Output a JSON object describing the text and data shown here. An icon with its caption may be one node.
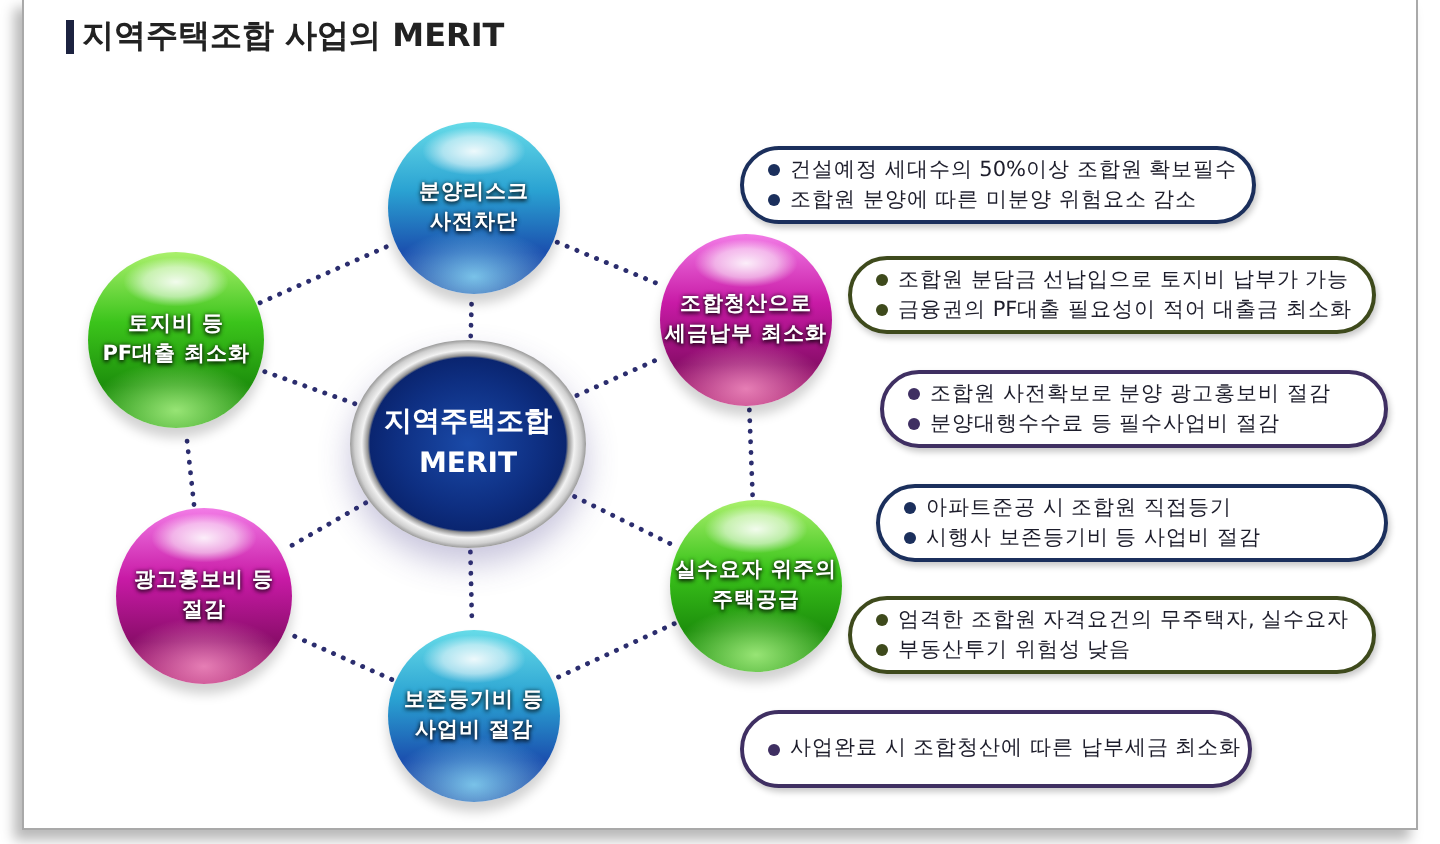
{
  "diagram": {
    "title": "지역주택조합 사업의 MERIT",
    "nodes": [
      {
        "text": [
          "분양리스크 사전차단"
        ]
      },
      {
        "text": [
          "토지비 등 PF대출 최소화"
        ]
      },
      {
        "text": [
          "조합청산으로 세금납부 최소화"
        ]
      },
      {
        "text": [
          "지역주택조합 MERIT"
        ]
      },
      {
        "text": [
          "광고홍보비 등 절감"
        ]
      },
      {
        "text": [
          "실수요자 위주의 주택공급"
        ]
      },
      {
        "text": [
          "보존등기비 등 사업비 절감"
        ]
      },
      {
        "text": [
          "건설예정 세대수의 50%이상 조합원 확보필수",
          "조합원 분양에 따른 미분양 위험요소 감소"
        ]
      },
      {
        "text": [
          "조합원 분담금 선납입으로 토지비 납부가 가능",
          "금융권의 PF대출 필요성이 적어 대출금 최소화"
        ]
      },
      {
        "text": [
          "조합원 사전확보로 분양 광고홍보비 절감",
          "분양대행수수료 등 필수사업비 절감"
        ]
      },
      {
        "text": [
          "아파트준공 시 조합원 직접등기",
          "시행사 보존등기비 등 사업비 절감"
        ]
      },
      {
        "text": [
          "엄격한 조합원 자격요건의 무주택자, 실수요자",
          "부동산투기 위험성 낮음"
        ]
      },
      {
        "text": [
          "사업완료 시 조합청산에 따른 납부세금 최소화"
        ]
      }
    ],
    "edges": [
      {
        "from": 3,
        "to": 0,
        "arrow": "none"
      },
      {
        "from": 3,
        "to": 1,
        "arrow": "none"
      },
      {
        "from": 3,
        "to": 2,
        "arrow": "none"
      },
      {
        "from": 3,
        "to": 4,
        "arrow": "none"
      },
      {
        "from": 3,
        "to": 5,
        "arrow": "none"
      },
      {
        "from": 3,
        "to": 6,
        "arrow": "none"
      },
      {
        "from": 0,
        "to": 2,
        "arrow": "none"
      },
      {
        "from": 2,
        "to": 5,
        "arrow": "none"
      },
      {
        "from": 5,
        "to": 6,
        "arrow": "none"
      },
      {
        "from": 6,
        "to": 4,
        "arrow": "none"
      },
      {
        "from": 4,
        "to": 1,
        "arrow": "none"
      },
      {
        "from": 1,
        "to": 0,
        "arrow": "none"
      }
    ]
  }
}
